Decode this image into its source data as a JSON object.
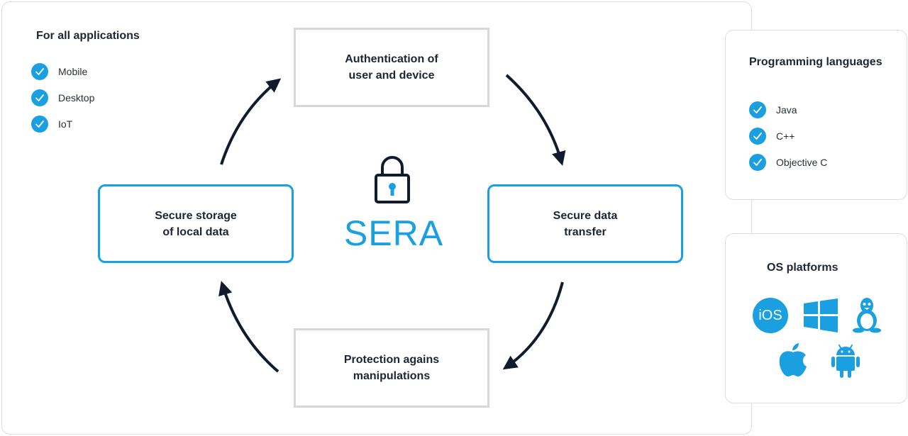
{
  "left_panel": {
    "heading": "For all applications",
    "items": [
      {
        "label": "Mobile"
      },
      {
        "label": "Desktop"
      },
      {
        "label": "IoT"
      }
    ]
  },
  "cycle": {
    "top": "Authentication of\nuser and device",
    "right": "Secure data\ntransfer",
    "bottom": "Protection agains\nmanipulations",
    "left": "Secure storage\nof local data"
  },
  "center": {
    "title": "SERA",
    "icon": "lock-icon"
  },
  "languages": {
    "heading": "Programming languages",
    "items": [
      {
        "label": "Java"
      },
      {
        "label": "C++"
      },
      {
        "label": "Objective C"
      }
    ]
  },
  "os": {
    "heading": "OS platforms",
    "ios_label": "iOS",
    "icons": [
      "ios-icon",
      "windows-icon",
      "linux-icon",
      "apple-icon",
      "android-icon"
    ]
  },
  "colors": {
    "accent": "#1a9fe0",
    "arrow": "#111b2e",
    "gray_border": "#d8d8d8"
  }
}
